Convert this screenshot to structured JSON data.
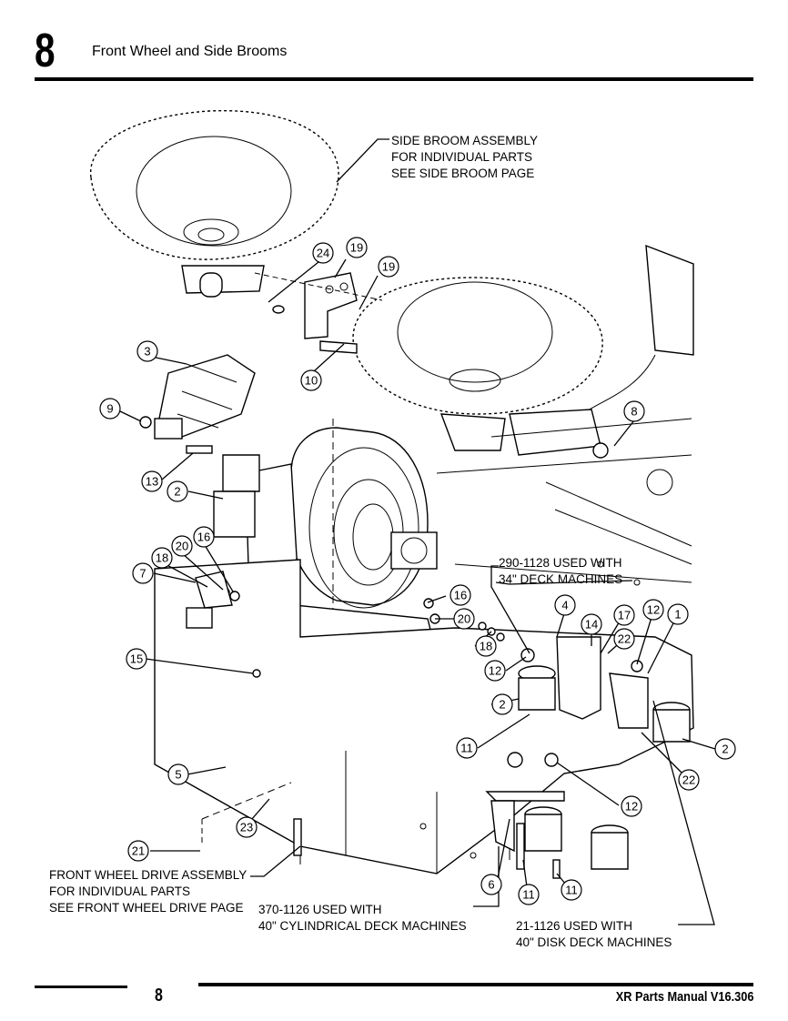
{
  "header": {
    "section_number": "8",
    "title": "Front Wheel and Side Brooms"
  },
  "callouts": {
    "side_broom": [
      "SIDE BROOM ASSEMBLY",
      "FOR INDIVIDUAL PARTS",
      "SEE SIDE BROOM PAGE"
    ],
    "deck34": [
      "290-1128 USED WITH",
      "34\" DECK MACHINES"
    ],
    "front_wheel": [
      "FRONT WHEEL DRIVE ASSEMBLY",
      "FOR INDIVIDUAL PARTS",
      "SEE FRONT WHEEL DRIVE PAGE"
    ],
    "cyl40": [
      "370-1126 USED WITH",
      "40\" CYLINDRICAL DECK MACHINES"
    ],
    "disk40": [
      "21-1126 USED WITH",
      "40\" DISK DECK MACHINES"
    ]
  },
  "bubbles": [
    {
      "n": "24"
    },
    {
      "n": "19"
    },
    {
      "n": "19"
    },
    {
      "n": "10"
    },
    {
      "n": "3"
    },
    {
      "n": "9"
    },
    {
      "n": "8"
    },
    {
      "n": "13"
    },
    {
      "n": "2"
    },
    {
      "n": "16"
    },
    {
      "n": "20"
    },
    {
      "n": "18"
    },
    {
      "n": "7"
    },
    {
      "n": "16"
    },
    {
      "n": "20"
    },
    {
      "n": "18"
    },
    {
      "n": "4"
    },
    {
      "n": "17"
    },
    {
      "n": "12"
    },
    {
      "n": "1"
    },
    {
      "n": "14"
    },
    {
      "n": "22"
    },
    {
      "n": "15"
    },
    {
      "n": "12"
    },
    {
      "n": "2"
    },
    {
      "n": "11"
    },
    {
      "n": "2"
    },
    {
      "n": "5"
    },
    {
      "n": "22"
    },
    {
      "n": "12"
    },
    {
      "n": "23"
    },
    {
      "n": "21"
    },
    {
      "n": "6"
    },
    {
      "n": "11"
    },
    {
      "n": "11"
    }
  ],
  "footer": {
    "page_number": "8",
    "manual": "XR Parts Manual V16.306"
  }
}
